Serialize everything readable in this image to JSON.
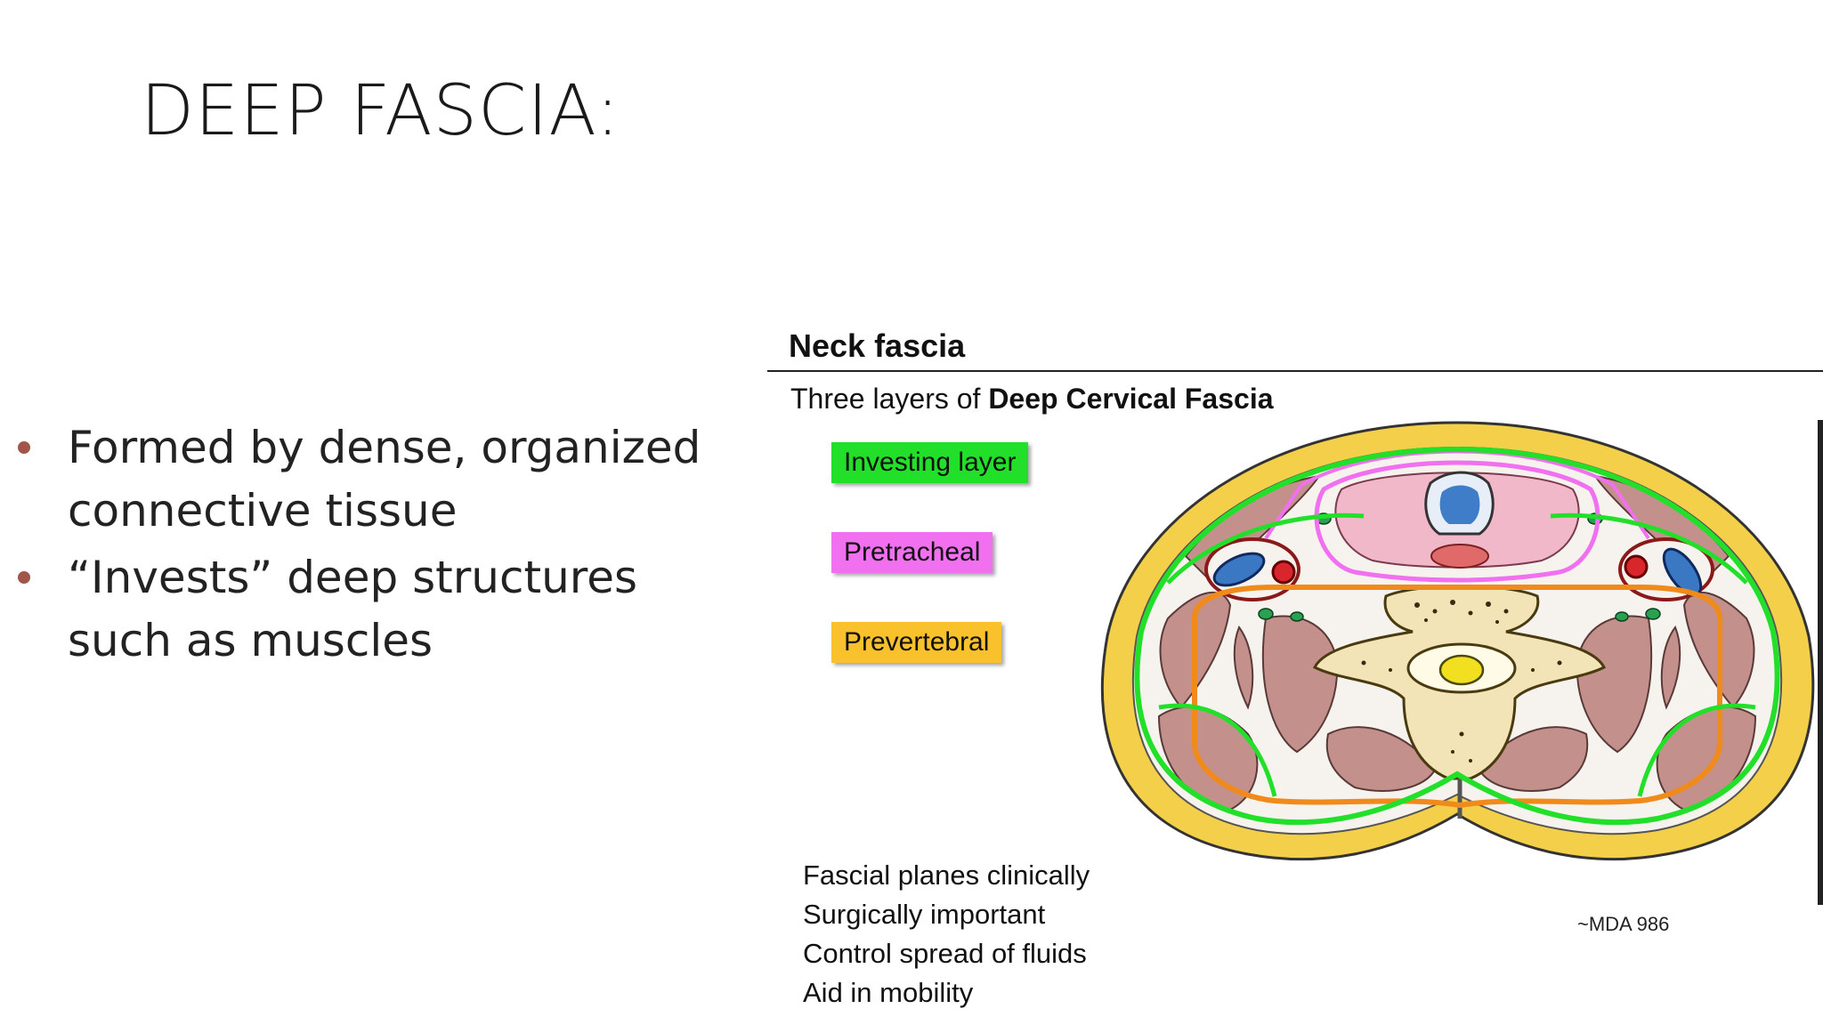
{
  "slide": {
    "title": "DEEP FASCIA:",
    "bullets": [
      "Formed by dense, organized connective tissue",
      "“Invests” deep structures such as muscles"
    ]
  },
  "figure": {
    "heading": "Neck fascia",
    "subtitle_prefix": "Three layers of ",
    "subtitle_bold": "Deep Cervical Fascia",
    "legend": [
      {
        "label": "Investing layer",
        "color": "#22e02a"
      },
      {
        "label": "Pretracheal",
        "color": "#f070f0"
      },
      {
        "label": "Prevertebral",
        "color": "#f9c12c"
      }
    ],
    "notes": [
      "Fascial planes clinically",
      "Surgically important",
      "Control spread of fluids",
      "Aid in mobility"
    ],
    "citation": "~MDA 986"
  },
  "colors": {
    "bullet": "#a0564a",
    "investing": "#22e02a",
    "pretracheal": "#f070f0",
    "prevertebral": "#f08a1a",
    "skin": "#f3cf4a",
    "muscle": "#c4908c"
  }
}
